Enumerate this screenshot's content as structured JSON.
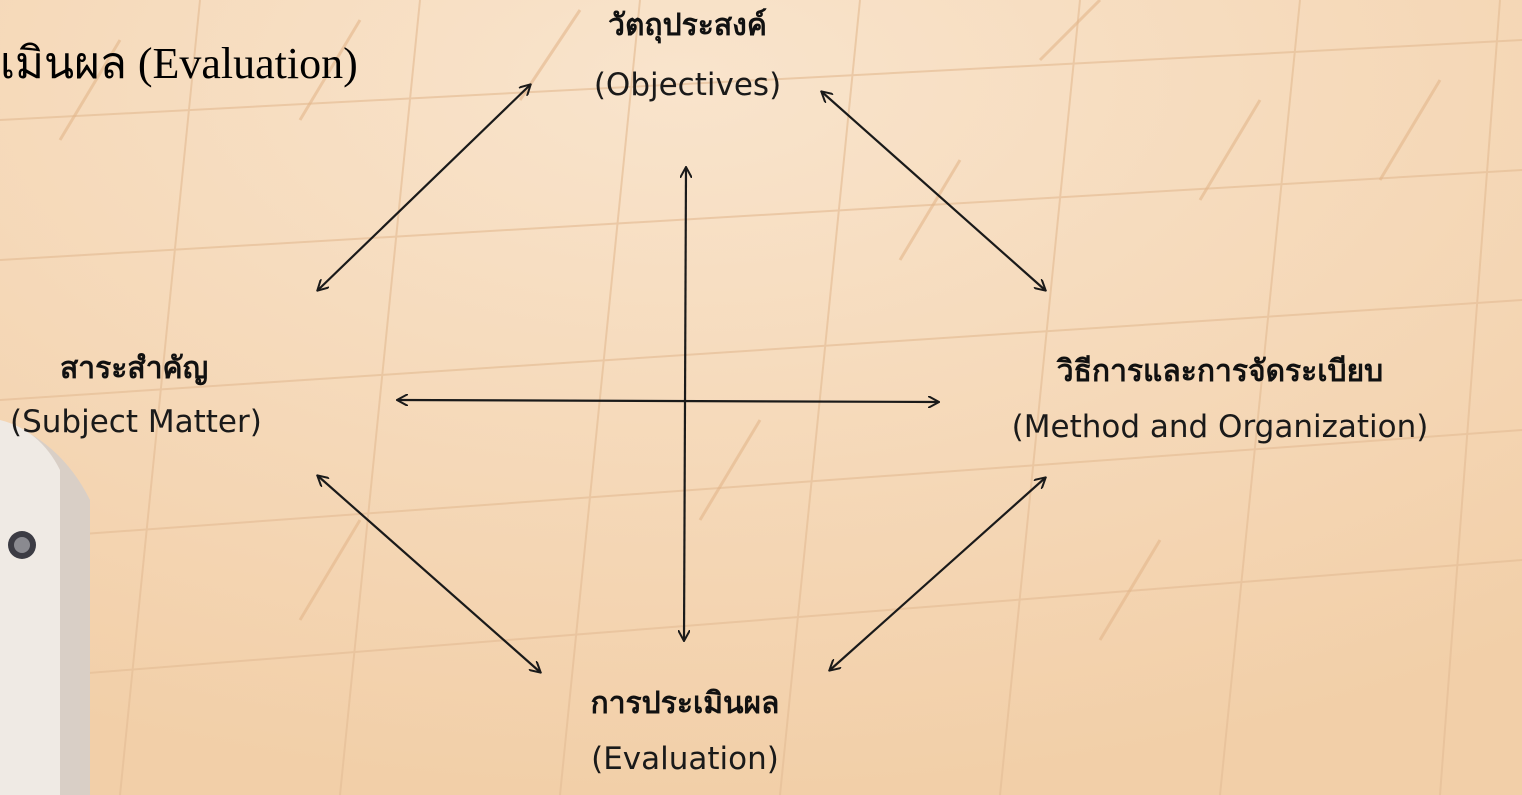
{
  "title": "เมินผล (Evaluation)",
  "nodes": {
    "objectives": {
      "th": "วัตถุประสงค์",
      "en": "(Objectives)"
    },
    "subject": {
      "th": "สาระสำคัญ",
      "en": "(Subject Matter)"
    },
    "method": {
      "th": "วิธีการและการจัดระเบียบ",
      "en": "(Method and Organization)"
    },
    "evaluation": {
      "th": "การประเมินผล",
      "en": "(Evaluation)"
    }
  },
  "colors": {
    "background": "#f6d8b8",
    "arrow": "#1a1a1a",
    "grid": "#e9c7a3"
  }
}
